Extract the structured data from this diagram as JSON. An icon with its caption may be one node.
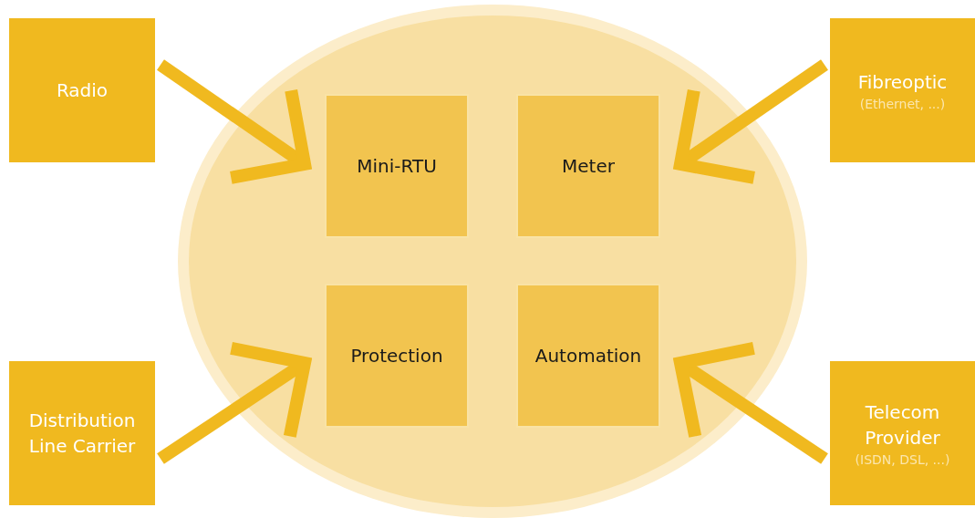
{
  "diagram": {
    "nodes": [
      {
        "text": [
          "Radio"
        ]
      },
      {
        "text": [],
        "shape": "ellipse"
      },
      {
        "text": [
          "Mini-RTU"
        ],
        "in": 1
      },
      {
        "text": [
          "Meter"
        ],
        "in": 1
      },
      {
        "text": [
          "Protection"
        ],
        "in": 1
      },
      {
        "text": [
          "Automation"
        ],
        "in": 1
      },
      {
        "text": [
          "Fibreoptic",
          "(Ethernet, ...)"
        ]
      },
      {
        "text": [
          "Distribution Line Carrier"
        ]
      },
      {
        "text": [
          "Telecom Provider",
          "(ISDN, DSL, ...)"
        ]
      }
    ],
    "edges": [
      {
        "from": 0,
        "to": 2,
        "arrow": "to"
      },
      {
        "from": 6,
        "to": 3,
        "arrow": "to"
      },
      {
        "from": 7,
        "to": 4,
        "arrow": "to"
      },
      {
        "from": 8,
        "to": 5,
        "arrow": "to"
      }
    ]
  }
}
